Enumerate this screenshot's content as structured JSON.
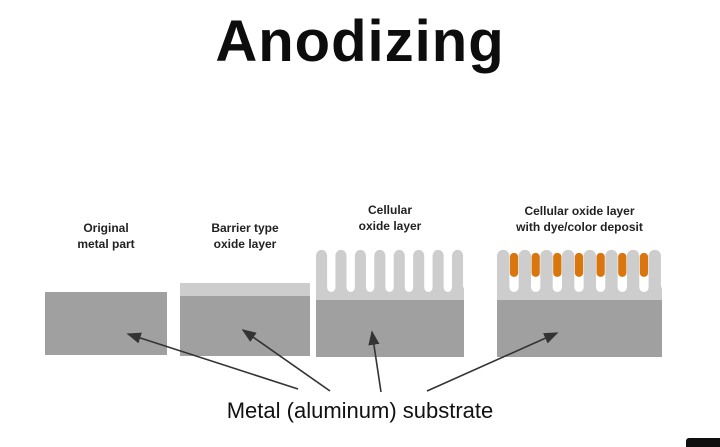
{
  "title": "Anodizing",
  "caption": "Metal (aluminum) substrate",
  "stages": [
    {
      "label_line1": "Original",
      "label_line2": "metal part",
      "type": "plain"
    },
    {
      "label_line1": "Barrier type",
      "label_line2": "oxide layer",
      "type": "barrier"
    },
    {
      "label_line1": "Cellular",
      "label_line2": "oxide layer",
      "type": "cellular"
    },
    {
      "label_line1": "Cellular oxide layer",
      "label_line2": "with dye/color deposit",
      "type": "cellular-dyed"
    }
  ],
  "colors": {
    "metal": "#a0a0a0",
    "oxide": "#cdcdcd",
    "dye": "#d9760e",
    "text": "#1c1c1c",
    "arrow": "#333333"
  }
}
